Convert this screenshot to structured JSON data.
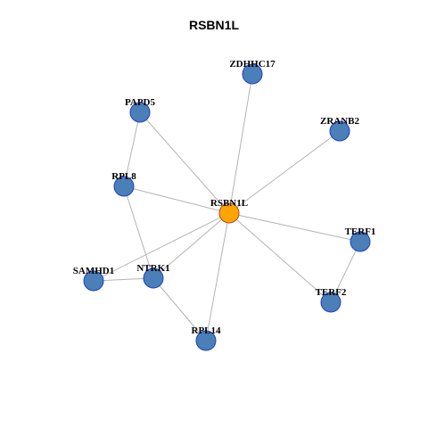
{
  "title": "RSBN1L",
  "colors": {
    "node": "#4a7fb8",
    "center": "#ffa500",
    "edge": "#b3b3b3"
  },
  "nodes": [
    {
      "id": "RSBN1L",
      "label": "RSBN1L",
      "center": true
    },
    {
      "id": "ZDHHC17",
      "label": "ZDHHC17"
    },
    {
      "id": "PAPD5",
      "label": "PAPD5"
    },
    {
      "id": "ZRANB2",
      "label": "ZRANB2"
    },
    {
      "id": "RPL8",
      "label": "RPL8"
    },
    {
      "id": "TERF1",
      "label": "TERF1"
    },
    {
      "id": "SAMHD1",
      "label": "SAMHD1"
    },
    {
      "id": "NTRK1",
      "label": "NTRK1"
    },
    {
      "id": "TERF2",
      "label": "TERF2"
    },
    {
      "id": "RPL14",
      "label": "RPL14"
    }
  ],
  "edges": [
    [
      "RSBN1L",
      "ZDHHC17"
    ],
    [
      "RSBN1L",
      "PAPD5"
    ],
    [
      "RSBN1L",
      "ZRANB2"
    ],
    [
      "RSBN1L",
      "RPL8"
    ],
    [
      "RSBN1L",
      "TERF1"
    ],
    [
      "RSBN1L",
      "SAMHD1"
    ],
    [
      "RSBN1L",
      "NTRK1"
    ],
    [
      "RSBN1L",
      "TERF2"
    ],
    [
      "RSBN1L",
      "RPL14"
    ],
    [
      "PAPD5",
      "RPL8"
    ],
    [
      "RPL8",
      "NTRK1"
    ],
    [
      "SAMHD1",
      "NTRK1"
    ],
    [
      "NTRK1",
      "RPL14"
    ],
    [
      "TERF1",
      "TERF2"
    ]
  ]
}
